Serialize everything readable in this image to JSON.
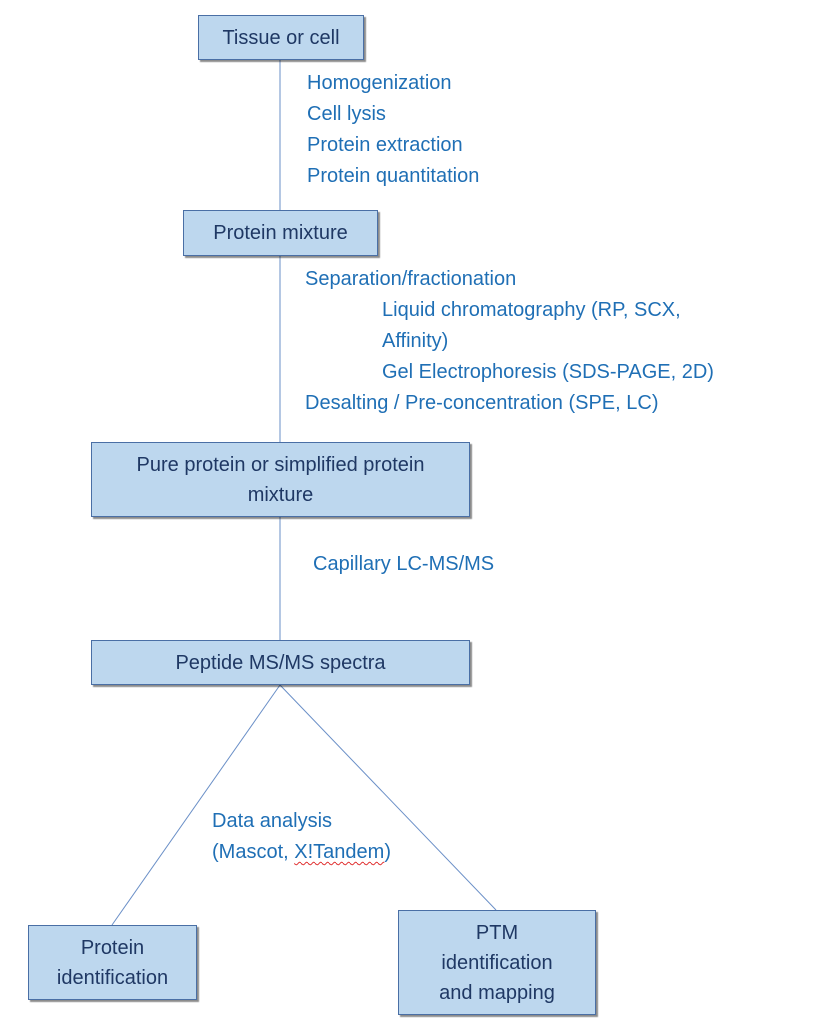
{
  "nodes": {
    "tissue": "Tissue or cell",
    "mixture": "Protein mixture",
    "pure_line1": "Pure protein or simplified protein",
    "pure_line2": "mixture",
    "peptide": "Peptide MS/MS spectra",
    "protein_id_line1": "Protein",
    "protein_id_line2": "identification",
    "ptm_line1": "PTM",
    "ptm_line2": "identification",
    "ptm_line3": "and mapping"
  },
  "steps": {
    "prep": [
      "Homogenization",
      "Cell lysis",
      "Protein extraction",
      "Protein quantitation"
    ],
    "separation": {
      "heading": "Separation/fractionation",
      "lc_line1": "Liquid chromatography (RP, SCX,",
      "lc_line2": "Affinity)",
      "gel": "Gel Electrophoresis (SDS-PAGE, 2D)",
      "desalting": "Desalting / Pre-concentration (SPE, LC)"
    },
    "lcms": "Capillary LC-MS/MS",
    "analysis_line1": "Data analysis",
    "analysis_prefix": "(Mascot, ",
    "analysis_tool": "X!Tandem",
    "analysis_suffix": ")"
  },
  "colors": {
    "box_fill": "#bdd7ee",
    "box_border": "#4a6fa5",
    "box_text": "#1f3864",
    "label_text": "#1f6fb5",
    "connector": "#6a8fc7"
  }
}
